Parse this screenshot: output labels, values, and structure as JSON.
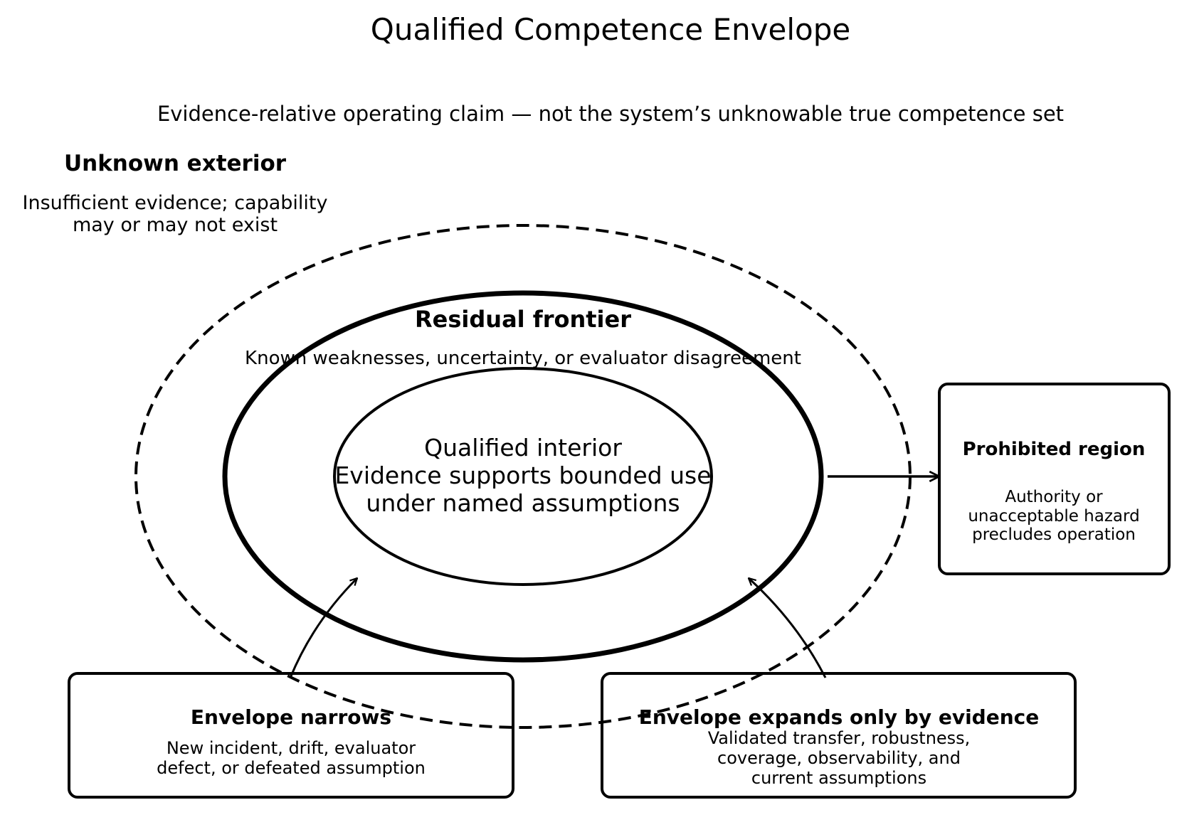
{
  "title": "Qualified Competence Envelope",
  "subtitle": "Evidence-relative operating claim — not the system’s unknowable true competence set",
  "unknown_exterior": {
    "heading": "Unknown exterior",
    "line1": "Insufficient evidence; capability",
    "line2": "may or may not exist"
  },
  "residual_frontier": {
    "heading": "Residual frontier",
    "description": "Known weaknesses, uncertainty, or evaluator disagreement"
  },
  "qualified_interior": {
    "line1": "Qualified interior",
    "line2": "Evidence supports bounded use",
    "line3": "under named assumptions"
  },
  "prohibited_region": {
    "heading": "Prohibited region",
    "line1": "Authority or",
    "line2": "unacceptable hazard",
    "line3": "precludes operation"
  },
  "envelope_narrows": {
    "heading": "Envelope narrows",
    "line1": "New incident, drift, evaluator",
    "line2": "defect, or defeated assumption"
  },
  "envelope_expands": {
    "heading": "Envelope expands only by evidence",
    "line1": "Validated transfer, robustness,",
    "line2": "coverage, observability, and",
    "line3": "current assumptions"
  }
}
